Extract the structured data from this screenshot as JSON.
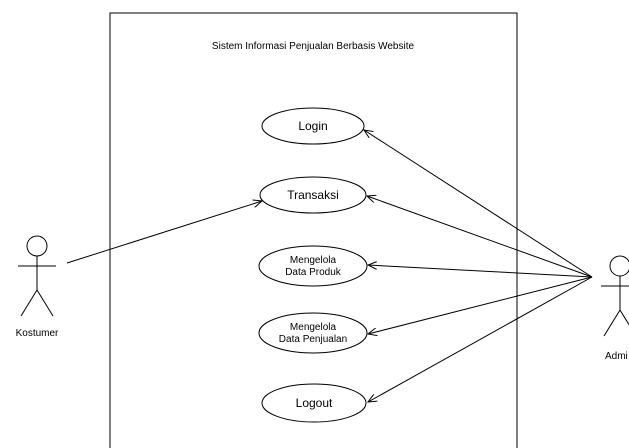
{
  "system": {
    "title": "Sistem Informasi Penjualan Berbasis Website"
  },
  "actors": {
    "customer": {
      "label": "Kostumer"
    },
    "admin": {
      "label": "Admi"
    }
  },
  "use_cases": [
    {
      "lines": [
        "Login"
      ]
    },
    {
      "lines": [
        "Transaksi"
      ]
    },
    {
      "lines": [
        "Mengelola",
        "Data Produk"
      ]
    },
    {
      "lines": [
        "Mengelola",
        "Data Penjualan"
      ]
    },
    {
      "lines": [
        "Logout"
      ]
    }
  ],
  "colors": {
    "stroke": "#000000",
    "fill": "#ffffff",
    "text": "#000000"
  }
}
